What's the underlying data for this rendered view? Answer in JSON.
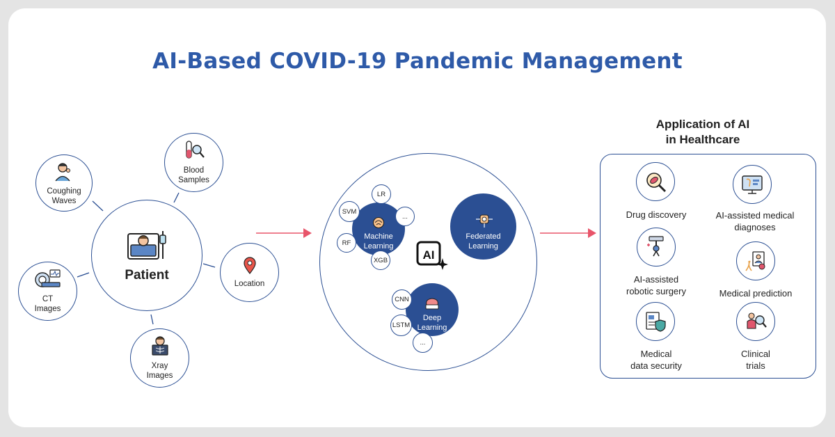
{
  "title": "AI-Based COVID-19 Pandemic Management",
  "patient": {
    "label": "Patient",
    "inputs": [
      {
        "key": "coughing",
        "label": "Coughing\nWaves",
        "icon": "coughing-person-icon"
      },
      {
        "key": "blood",
        "label": "Blood\nSamples",
        "icon": "test-tube-magnifier-icon"
      },
      {
        "key": "location",
        "label": "Location",
        "icon": "location-pin-icon"
      },
      {
        "key": "xray",
        "label": "Xray\nImages",
        "icon": "xray-doctor-icon"
      },
      {
        "key": "ct",
        "label": "CT\nImages",
        "icon": "ct-scanner-icon"
      }
    ]
  },
  "ai_methods": {
    "center_icon": "ai-sparkle-icon",
    "machine_learning": {
      "label": "Machine\nLearning",
      "models": [
        "LR",
        "SVM",
        "...",
        "RF",
        "XGB"
      ]
    },
    "federated_learning": {
      "label": "Federated\nLearning"
    },
    "deep_learning": {
      "label": "Deep\nLearning",
      "models": [
        "CNN",
        "LSTM",
        "..."
      ]
    }
  },
  "applications": {
    "title": "Application of AI\nin Healthcare",
    "items": [
      {
        "label": "Drug discovery",
        "icon": "drug-magnifier-icon"
      },
      {
        "label": "AI-assisted medical\ndiagnoses",
        "icon": "monitor-diagnosis-icon"
      },
      {
        "label": "AI-assisted\nrobotic surgery",
        "icon": "robotic-arm-icon"
      },
      {
        "label": "Medical prediction",
        "icon": "dna-doctor-icon"
      },
      {
        "label": "Medical\ndata security",
        "icon": "shield-document-icon"
      },
      {
        "label": "Clinical\ntrials",
        "icon": "clinical-trial-icon"
      }
    ]
  },
  "colors": {
    "navy": "#2b4f93",
    "title_blue": "#2e5aa8",
    "arrow": "#e8556a"
  }
}
